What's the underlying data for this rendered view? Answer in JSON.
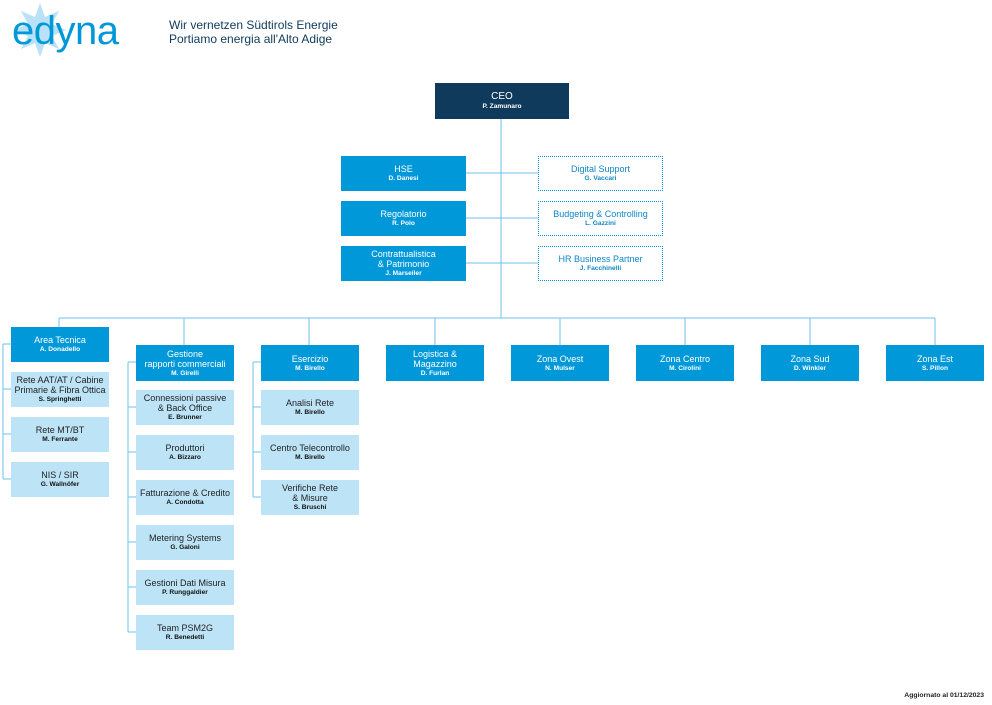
{
  "header": {
    "logo_text": "edyna",
    "tagline_line1": "Wir vernetzen Südtirols Energie",
    "tagline_line2": "Portiamo energia all'Alto Adige"
  },
  "colors": {
    "dark": "#0f3a5c",
    "main": "#0098d8",
    "light": "#bde3f7",
    "line": "#6ec3ea"
  },
  "ceo": {
    "title": "CEO",
    "name": "P. Zamunaro"
  },
  "staff_left": [
    {
      "title": "HSE",
      "name": "D. Danesi"
    },
    {
      "title": "Regolatorio",
      "name": "R. Polo"
    },
    {
      "title": "Contrattualistica\n& Patrimonio",
      "name": "J. Marseiler"
    }
  ],
  "staff_right": [
    {
      "title": "Digital Support",
      "name": "G. Vaccari"
    },
    {
      "title": "Budgeting & Controlling",
      "name": "L. Gazzini"
    },
    {
      "title": "HR Business Partner",
      "name": "J. Facchinelli"
    }
  ],
  "departments": [
    {
      "title": "Area Tecnica",
      "name": "A. Donadello"
    },
    {
      "title": "Gestione\nrapporti commerciali",
      "name": "M. Girelli"
    },
    {
      "title": "Esercizio",
      "name": "M. Birello"
    },
    {
      "title": "Logistica &\nMagazzino",
      "name": "D. Furlan"
    },
    {
      "title": "Zona Ovest",
      "name": "N. Mulser"
    },
    {
      "title": "Zona Centro",
      "name": "M. Cirolini"
    },
    {
      "title": "Zona Sud",
      "name": "D. Winkler"
    },
    {
      "title": "Zona Est",
      "name": "S. Pillon"
    }
  ],
  "area_tecnica_units": [
    {
      "title": "Rete AAT/AT / Cabine\nPrimarie & Fibra Ottica",
      "name": "S. Springhetti"
    },
    {
      "title": "Rete MT/BT",
      "name": "M. Ferrante"
    },
    {
      "title": "NIS / SIR",
      "name": "G. Wallnöfer"
    }
  ],
  "gestione_units": [
    {
      "title": "Connessioni passive\n& Back Office",
      "name": "E. Brunner"
    },
    {
      "title": "Produttori",
      "name": "A. Bizzaro"
    },
    {
      "title": "Fatturazione & Credito",
      "name": "A. Condotta"
    },
    {
      "title": "Metering Systems",
      "name": "G. Galoni"
    },
    {
      "title": "Gestioni Dati Misura",
      "name": "P. Runggaldier"
    },
    {
      "title": "Team PSM2G",
      "name": "R. Benedetti"
    }
  ],
  "esercizio_units": [
    {
      "title": "Analisi Rete",
      "name": "M. Birello"
    },
    {
      "title": "Centro Telecontrollo",
      "name": "M. Birello"
    },
    {
      "title": "Verifiche Rete\n& Misure",
      "name": "S. Bruschi"
    }
  ],
  "footer": {
    "updated": "Aggiornato al 01/12/2023"
  }
}
